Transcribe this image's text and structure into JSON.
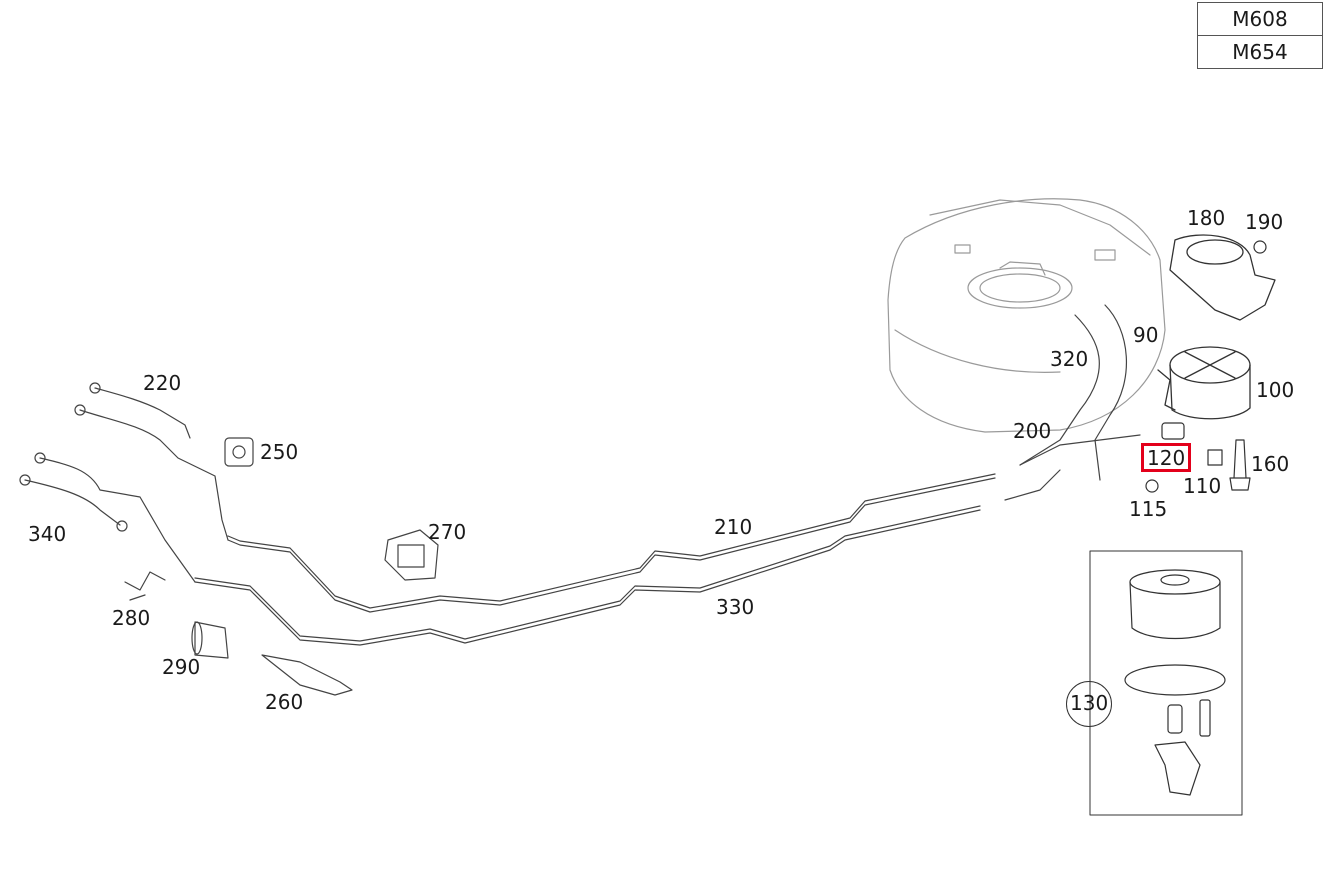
{
  "engine_codes": [
    "M608",
    "M654"
  ],
  "highlighted_part": "120",
  "parts": {
    "p90": "90",
    "p100": "100",
    "p110": "110",
    "p115": "115",
    "p120": "120",
    "p130": "130",
    "p160": "160",
    "p180": "180",
    "p190": "190",
    "p200": "200",
    "p210": "210",
    "p220": "220",
    "p250": "250",
    "p260": "260",
    "p270": "270",
    "p280": "280",
    "p290": "290",
    "p320": "320",
    "p330": "330",
    "p340": "340"
  },
  "colors": {
    "highlight": "#e3001b",
    "line": "#444444",
    "tank": "#9a9a9a"
  }
}
